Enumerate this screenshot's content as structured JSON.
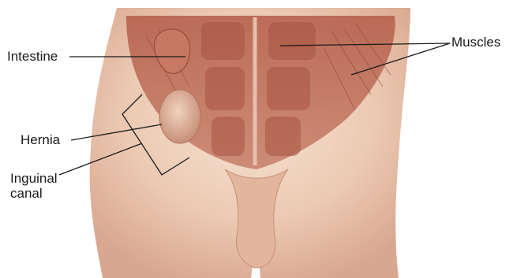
{
  "labels": {
    "intestine": "Intestine",
    "muscles": "Muscles",
    "hernia": "Hernia",
    "inguinal_line1": "Inguinal",
    "inguinal_line2": "canal"
  },
  "colors": {
    "skin_light": "#f3dccb",
    "skin_mid": "#e2b59c",
    "skin_shadow": "#c9907a",
    "muscle": "#b86a57",
    "muscle_dark": "#9c4f3f",
    "leader_line": "#1a1a1a"
  }
}
